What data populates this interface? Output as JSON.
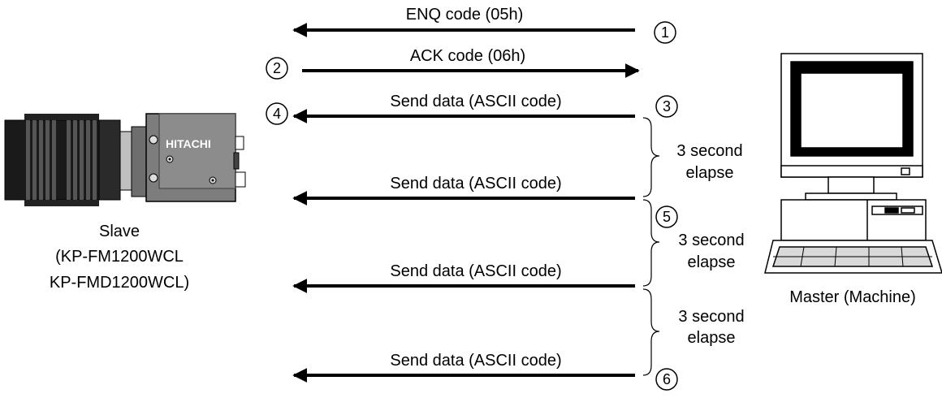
{
  "slave": {
    "label_line1": "Slave",
    "label_line2": "(KP-FM1200WCL",
    "label_line3": "KP-FMD1200WCL)",
    "brand": "HITACHI"
  },
  "master": {
    "label": "Master (Machine)"
  },
  "messages": {
    "enq": "ENQ code (05h)",
    "ack": "ACK code (06h)",
    "send1": "Send data (ASCII code)",
    "send2": "Send data (ASCII code)",
    "send3": "Send data (ASCII code)",
    "send4": "Send data (ASCII code)"
  },
  "steps": {
    "s1": "1",
    "s2": "2",
    "s3": "3",
    "s4": "4",
    "s5": "5",
    "s6": "6"
  },
  "intervals": {
    "i1_line1": "3 second",
    "i1_line2": "elapse",
    "i2_line1": "3 second",
    "i2_line2": "elapse",
    "i3_line1": "3 second",
    "i3_line2": "elapse"
  }
}
